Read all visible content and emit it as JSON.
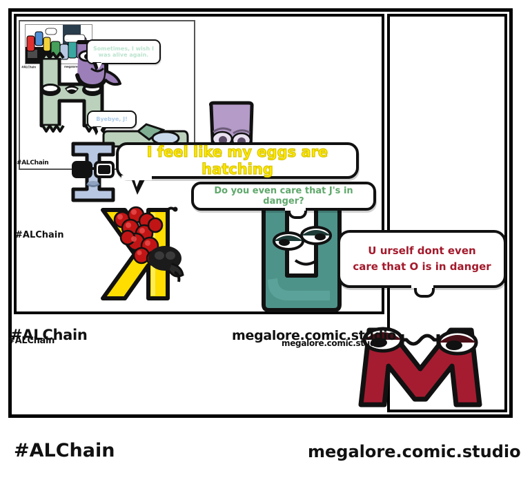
{
  "comic": {
    "panels": [
      {
        "name": "left-panel"
      },
      {
        "name": "right-panel"
      }
    ],
    "nested_panel": {
      "watermark": "#ALChain",
      "bubbles": [
        {
          "id": "bubble-sometimes",
          "text": "Sometimes, I wish I was alive again.",
          "color": "#BBE3CF"
        },
        {
          "id": "bubble-byebye",
          "text": "Byebye, J!",
          "color": "#AECBE8"
        }
      ],
      "micro_panel": {
        "watermarks": [
          "#ALChain",
          "megalore.comic.studio"
        ]
      }
    },
    "bubbles": [
      {
        "id": "bubble-eggs",
        "text": "I feel like my eggs are hatching",
        "color": "#FFE800"
      },
      {
        "id": "bubble-care-j",
        "text": "Do you even care that J's in danger?",
        "color": "#5FA86B"
      },
      {
        "id": "bubble-care-o",
        "line1": "U urself dont even",
        "line2": "care that O is in danger",
        "color": "#A3192B"
      }
    ],
    "characters": [
      {
        "id": "char-h",
        "letter": "H",
        "color": "#BBD1BC"
      },
      {
        "id": "char-j",
        "letter": "J",
        "color": "#9C7FB8"
      },
      {
        "id": "char-i",
        "letter": "I",
        "color": "#B9C8E2"
      },
      {
        "id": "char-k",
        "letter": "K",
        "color": "#FFDD00"
      },
      {
        "id": "char-o",
        "letter": "O",
        "color": "#B49BC8"
      },
      {
        "id": "char-u",
        "letter": "U",
        "color": "#4E938A"
      },
      {
        "id": "char-m",
        "letter": "M",
        "color": "#A51C30"
      }
    ],
    "watermarks": {
      "alchain": "#ALChain",
      "alchain_small": "#ALChain",
      "studio": "megalore.comic.studio",
      "studio_small": "megalore.comic.studio",
      "panel_inner": "#ALChain",
      "nested_inner": "#ALChain"
    }
  },
  "footer": {
    "left": "#ALChain",
    "right": "megalore.comic.studio"
  }
}
